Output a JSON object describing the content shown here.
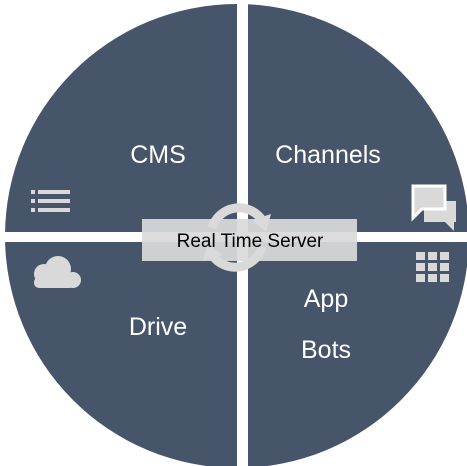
{
  "diagram": {
    "quadrants": {
      "top_left": {
        "label": "CMS",
        "icon": "list-icon"
      },
      "top_right": {
        "label": "Channels",
        "icon": "chat-icon"
      },
      "bottom_left": {
        "label": "Drive",
        "icon": "cloud-icon"
      },
      "bottom_right": {
        "label_line1": "App",
        "label_line2": "Bots",
        "icon": "grid-icon"
      }
    },
    "center": {
      "label": "Real Time Server",
      "icon": "sync-icon"
    },
    "colors": {
      "quadrant_fill": "#47556a",
      "divider": "#ffffff",
      "center_bar": "#d9d9d9",
      "icon_fill": "#d9d9d9",
      "label_text": "#ffffff",
      "center_text": "#000000"
    }
  }
}
